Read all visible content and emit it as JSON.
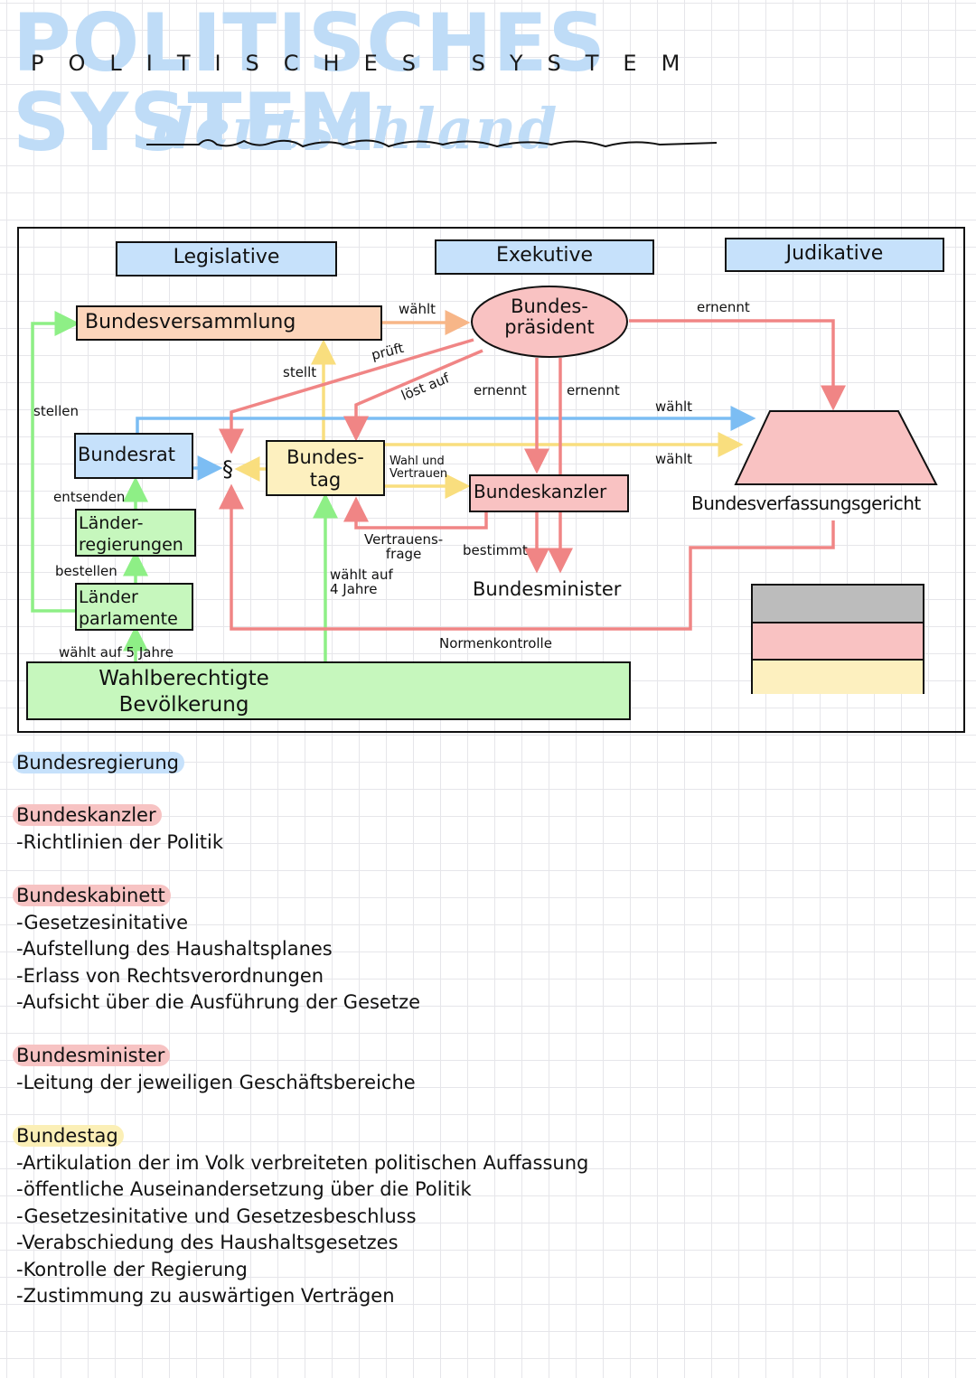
{
  "title": {
    "main": "POLITISCHES SYSTEM",
    "subtitle": "deutschland"
  },
  "diagram": {
    "branches": {
      "legislative": "Legislative",
      "executive": "Exekutive",
      "judicative": "Judikative"
    },
    "nodes": {
      "bundesversammlung": "Bundesversammlung",
      "bundespraesident_line1": "Bundes-",
      "bundespraesident_line2": "präsident",
      "bundesrat": "Bundesrat",
      "bundestag_line1": "Bundes-",
      "bundestag_line2": "tag",
      "bundeskanzler": "Bundeskanzler",
      "laenderregierungen_line1": "Länder-",
      "laenderregierungen_line2": "regierungen",
      "laenderparlamente_line1": "Länder",
      "laenderparlamente_line2": "parlamente",
      "bevoelkerung_line1": "Wahlberechtigte",
      "bevoelkerung_line2": "Bevölkerung",
      "bundesminister": "Bundesminister",
      "bundesverfassungsgericht": "Bundesverfassungsgericht",
      "paragraph": "§"
    },
    "edge_labels": {
      "waehlt_bp": "wählt",
      "prueft": "prüft",
      "stellt": "stellt",
      "loest_auf": "löst auf",
      "ernennt_kanzler": "ernennt",
      "ernennt_minister": "ernennt",
      "ernennt_bverfg": "ernennt",
      "waehlt_br_bverfg": "wählt",
      "waehlt_bt_bverfg": "wählt",
      "stellen": "stellen",
      "entsenden": "entsenden",
      "bestellen": "bestellen",
      "wahl_vertrauen_line1": "Wahl und",
      "wahl_vertrauen_line2": "Vertrauen",
      "vertrauensfrage_line1": "Vertrauens-",
      "vertrauensfrage_line2": "frage",
      "bestimmt": "bestimmt",
      "waehlt_4_line1": "wählt auf",
      "waehlt_4_line2": "4 Jahre",
      "waehlt_5": "wählt auf 5 Jahre",
      "normenkontrolle": "Normenkontrolle"
    },
    "colors": {
      "blue": "#c6e1fb",
      "blue_arrow": "#7cbdf3",
      "peach": "#fcd5bb",
      "peach_arrow": "#f7b688",
      "red": "#f9c2c2",
      "red_arrow": "#f08585",
      "yellow": "#fdf0bf",
      "yellow_arrow": "#f9de7e",
      "green": "#c6f7bd",
      "green_arrow": "#8eef86"
    },
    "flag": {
      "stripes": [
        "#bcbcbc",
        "#f9c2c2",
        "#fdf0bf"
      ]
    }
  },
  "notes": [
    {
      "heading": "Bundesregierung",
      "highlight": "blue",
      "items": []
    },
    {
      "heading": "Bundeskanzler",
      "highlight": "red",
      "items": [
        "-Richtlinien der Politik"
      ]
    },
    {
      "heading": "Bundeskabinett",
      "highlight": "red",
      "items": [
        "-Gesetzesinitative",
        "-Aufstellung des Haushaltsplanes",
        "-Erlass von Rechtsverordnungen",
        "-Aufsicht über die Ausführung der Gesetze"
      ]
    },
    {
      "heading": "Bundesminister",
      "highlight": "red",
      "items": [
        "-Leitung der jeweiligen Geschäftsbereiche"
      ]
    },
    {
      "heading": "Bundestag",
      "highlight": "yellow",
      "items": [
        "-Artikulation der im Volk verbreiteten politischen Auffassung",
        "-öffentliche Auseinandersetzung über die Politik",
        "-Gesetzesinitative und Gesetzesbeschluss",
        "-Verabschiedung des Haushaltsgesetzes",
        "-Kontrolle der Regierung",
        "-Zustimmung zu auswärtigen Verträgen"
      ]
    }
  ]
}
